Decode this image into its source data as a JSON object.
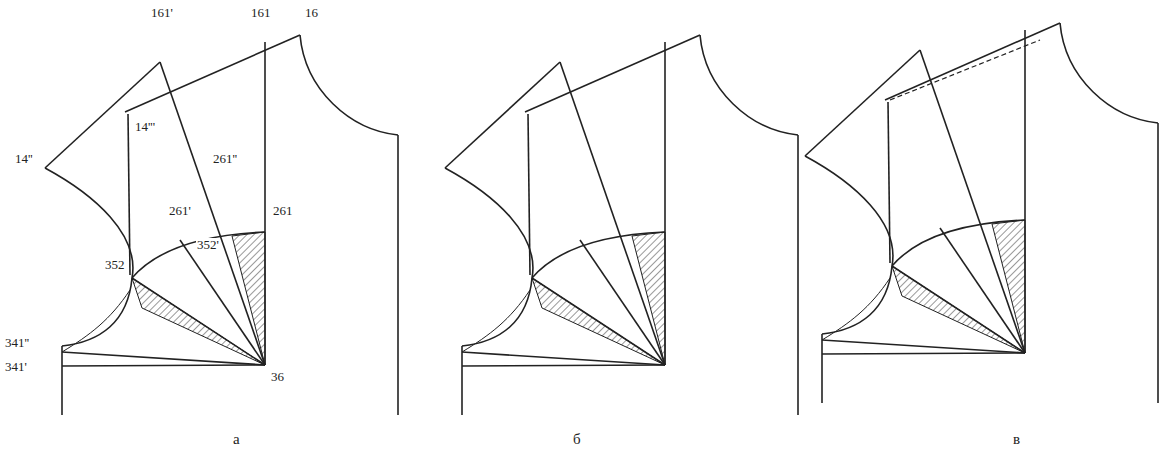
{
  "diagram": {
    "labels": [
      "161'",
      "161",
      "16",
      "14''",
      "14'''",
      "261''",
      "261'",
      "261",
      "352'",
      "352",
      "341''",
      "341'",
      "36",
      "а",
      "б",
      "в"
    ]
  }
}
